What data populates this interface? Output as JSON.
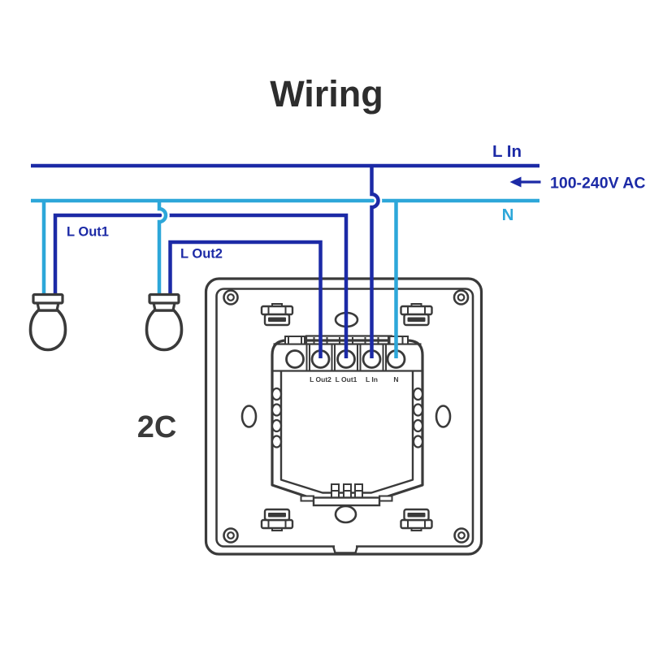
{
  "title": "Wiring",
  "colors": {
    "line": "#1c2aa6",
    "neutral": "#2da7d9",
    "outline": "#3a3a3a",
    "title": "#2d2d2d"
  },
  "labels": {
    "l_in": "L In",
    "voltage": "100-240V AC",
    "neutral": "N",
    "l_out1": "L Out1",
    "l_out2": "L Out2",
    "gang": "2C"
  },
  "device": {
    "terminal_labels": [
      "L Out2",
      "L Out1",
      "L In",
      "N"
    ]
  }
}
